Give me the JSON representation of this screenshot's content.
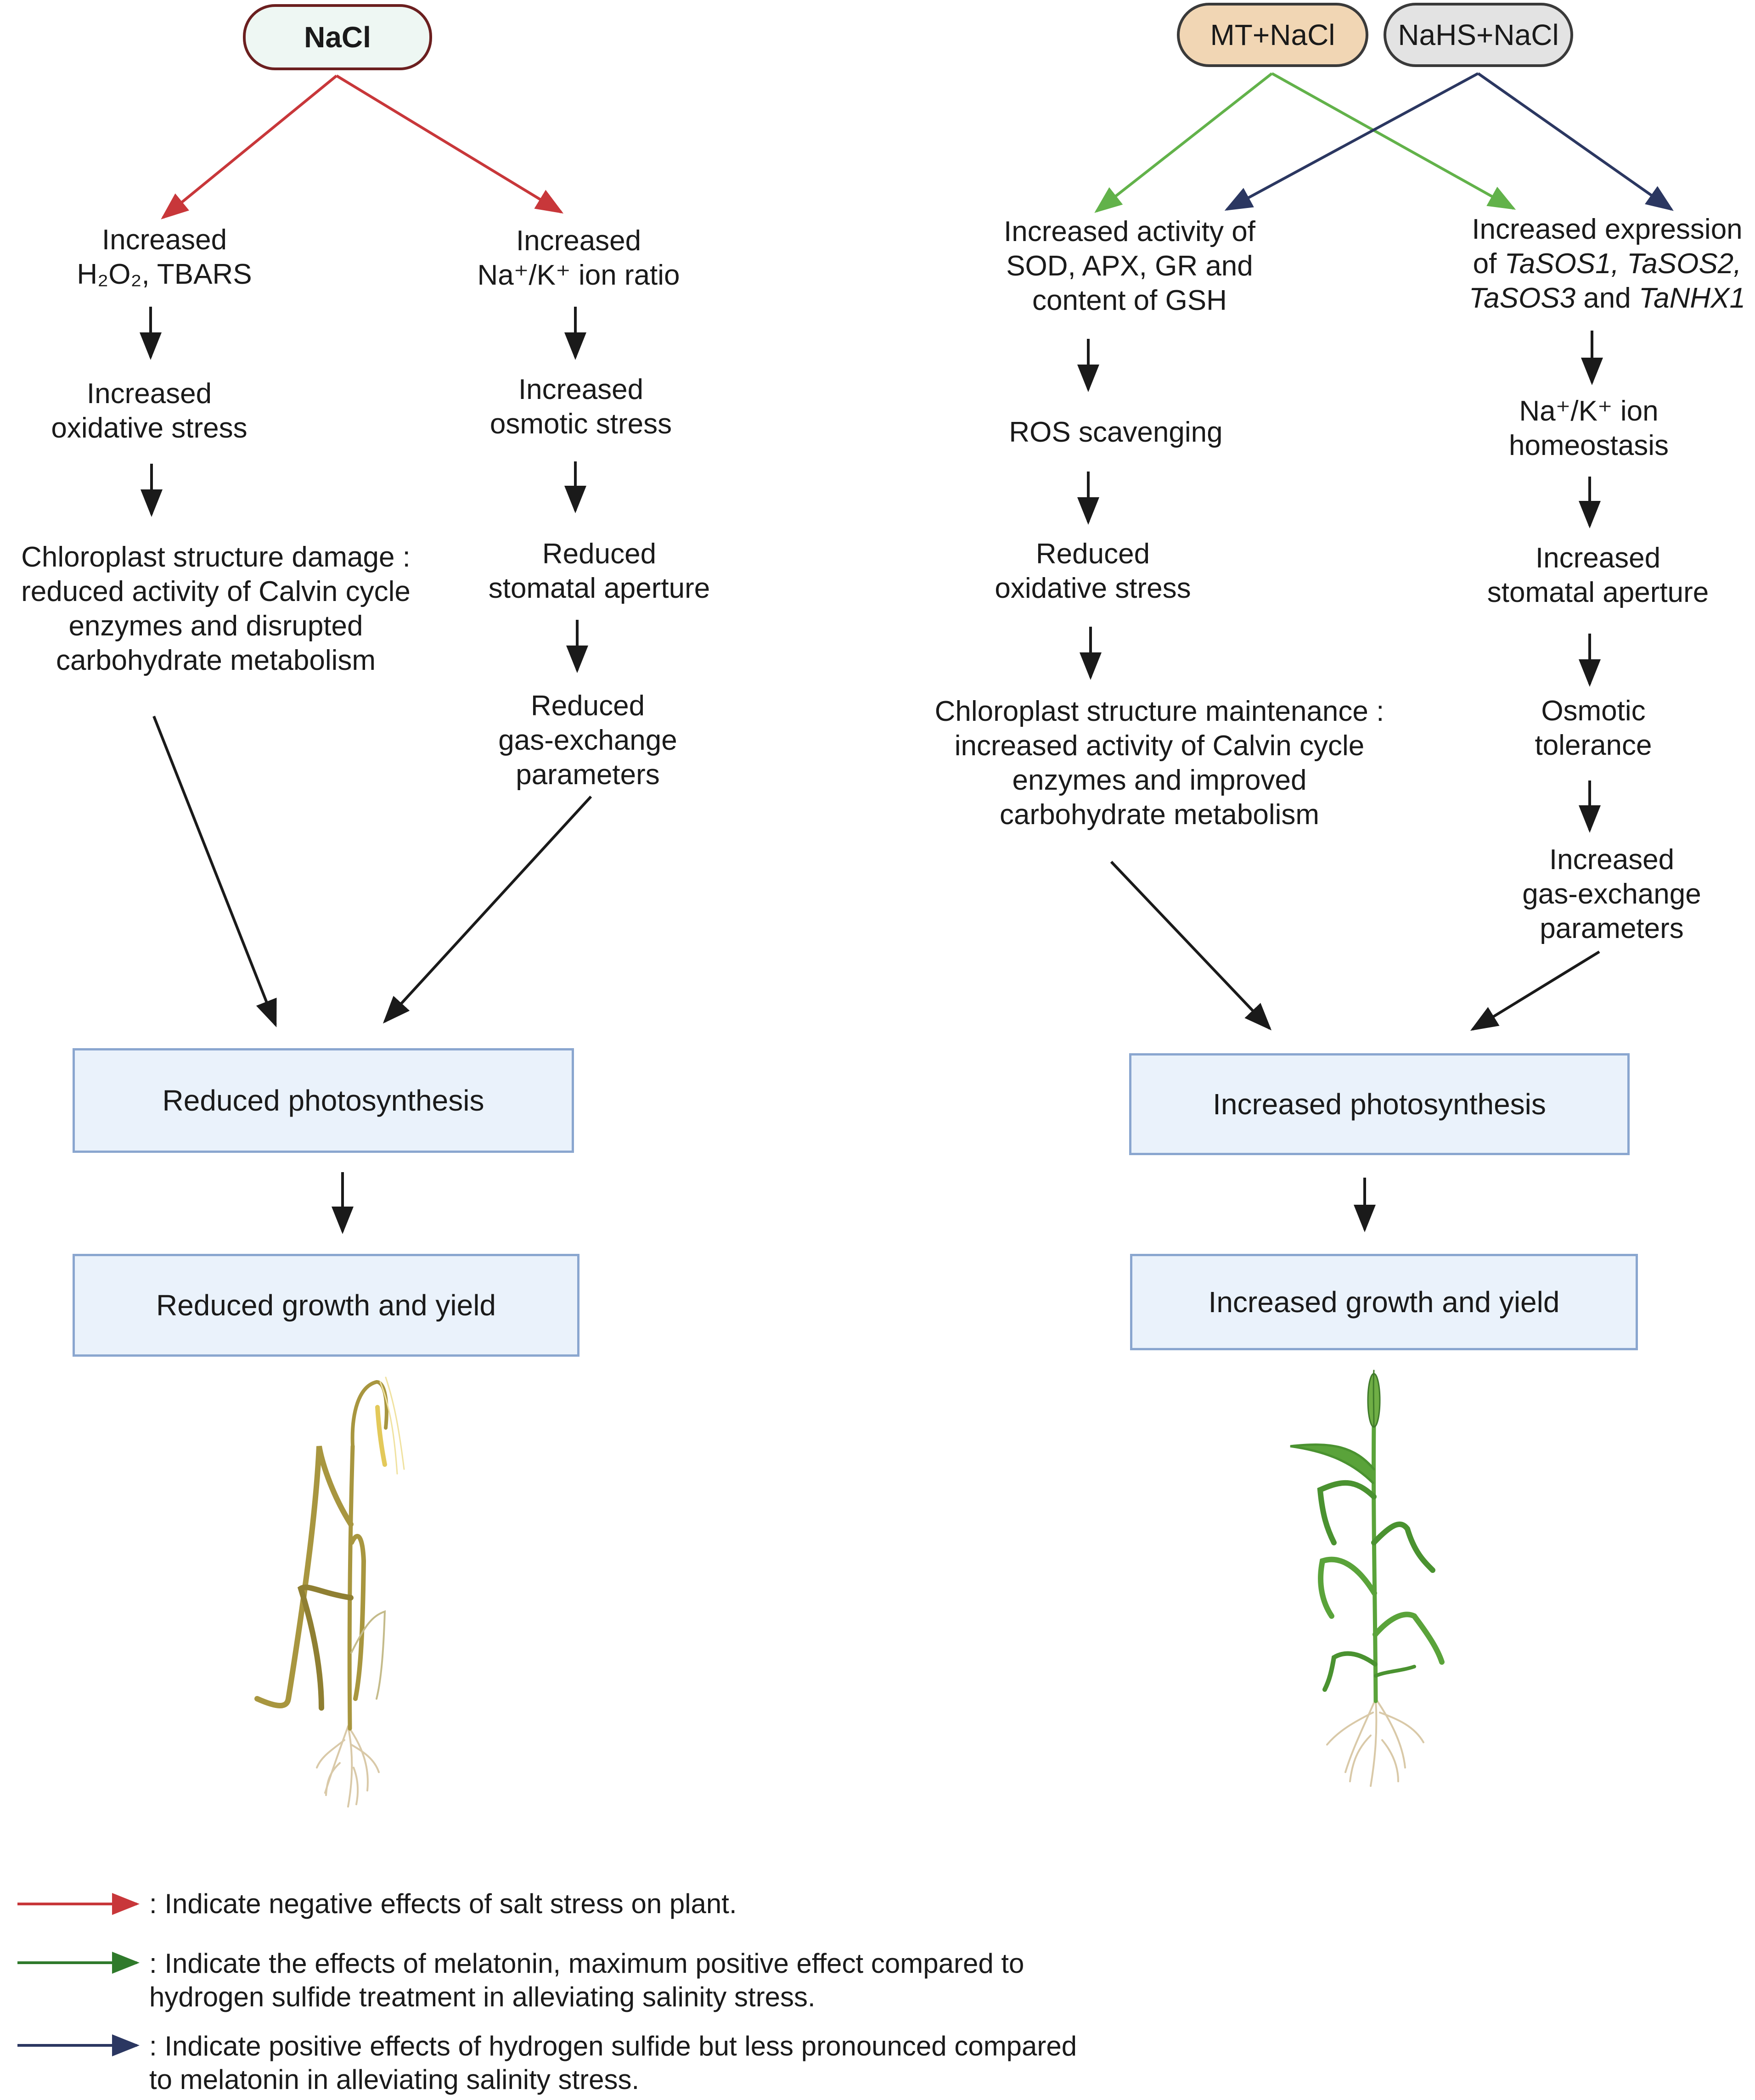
{
  "treatments": {
    "nacl": "NaCl",
    "mt_nacl": "MT+NaCl",
    "nahs_nacl": "NaHS+NaCl"
  },
  "nacl_path": {
    "left_1": [
      "Increased",
      "H₂O₂, TBARS"
    ],
    "left_2": [
      "Increased",
      "oxidative stress"
    ],
    "left_3": [
      "Chloroplast structure  damage :",
      " reduced activity of Calvin cycle",
      "enzymes  and disrupted",
      "carbohydrate metabolism"
    ],
    "right_1": [
      "Increased",
      "Na⁺/K⁺  ion ratio"
    ],
    "right_2": [
      "Increased",
      "osmotic  stress"
    ],
    "right_3": [
      "Reduced",
      "stomatal aperture"
    ],
    "right_4": [
      "Reduced",
      "gas-exchange",
      "parameters"
    ],
    "outcome_1": "Reduced photosynthesis",
    "outcome_2": "Reduced growth and yield"
  },
  "treated_path": {
    "left_1": [
      "Increased activity of",
      "SOD, APX, GR and",
      "content of GSH"
    ],
    "left_2": [
      "ROS scavenging"
    ],
    "left_3": [
      "Reduced",
      "oxidative stress"
    ],
    "left_4": [
      "Chloroplast structure maintenance :",
      "increased activity of Calvin cycle",
      "enzymes and improved",
      "carbohydrate metabolism"
    ],
    "right_1": {
      "line1": "Increased expression",
      "line2_prefix": "of ",
      "line2_genes": "TaSOS1, TaSOS2,",
      "line3_gene1": "TaSOS3",
      "line3_and": " and ",
      "line3_gene2": "TaNHX1"
    },
    "right_2": [
      "Na⁺/K⁺ ion",
      "homeostasis"
    ],
    "right_3": [
      "Increased",
      "stomatal aperture"
    ],
    "right_4": [
      "Osmotic",
      "tolerance"
    ],
    "right_5": [
      "Increased",
      "gas-exchange",
      "parameters"
    ],
    "outcome_1": "Increased  photosynthesis",
    "outcome_2": "Increased growth and yield"
  },
  "legend": {
    "red": [
      ": Indicate negative effects of salt stress on plant."
    ],
    "green": [
      ": Indicate the effects of melatonin, maximum positive effect compared to",
      "hydrogen sulfide treatment in alleviating salinity stress."
    ],
    "navy": [
      ": Indicate positive effects of hydrogen sulfide but less pronounced compared",
      "to melatonin in alleviating salinity stress."
    ]
  },
  "colors": {
    "negative_arrow": "#c8373a",
    "melatonin_arrow": "#62b24a",
    "legend_green": "#2f7a2b",
    "nahs_arrow": "#2b3761",
    "flow_arrow": "#1a1a1a",
    "box_fill": "#eaf2fb",
    "box_border": "#8aa6cf",
    "wilted_plant": "#a8963f",
    "healthy_plant": "#5aa33a",
    "roots": "#d9c9a8"
  },
  "illustrations": {
    "left_plant": "wilted-wheat-plant-icon",
    "right_plant": "healthy-wheat-plant-icon"
  }
}
